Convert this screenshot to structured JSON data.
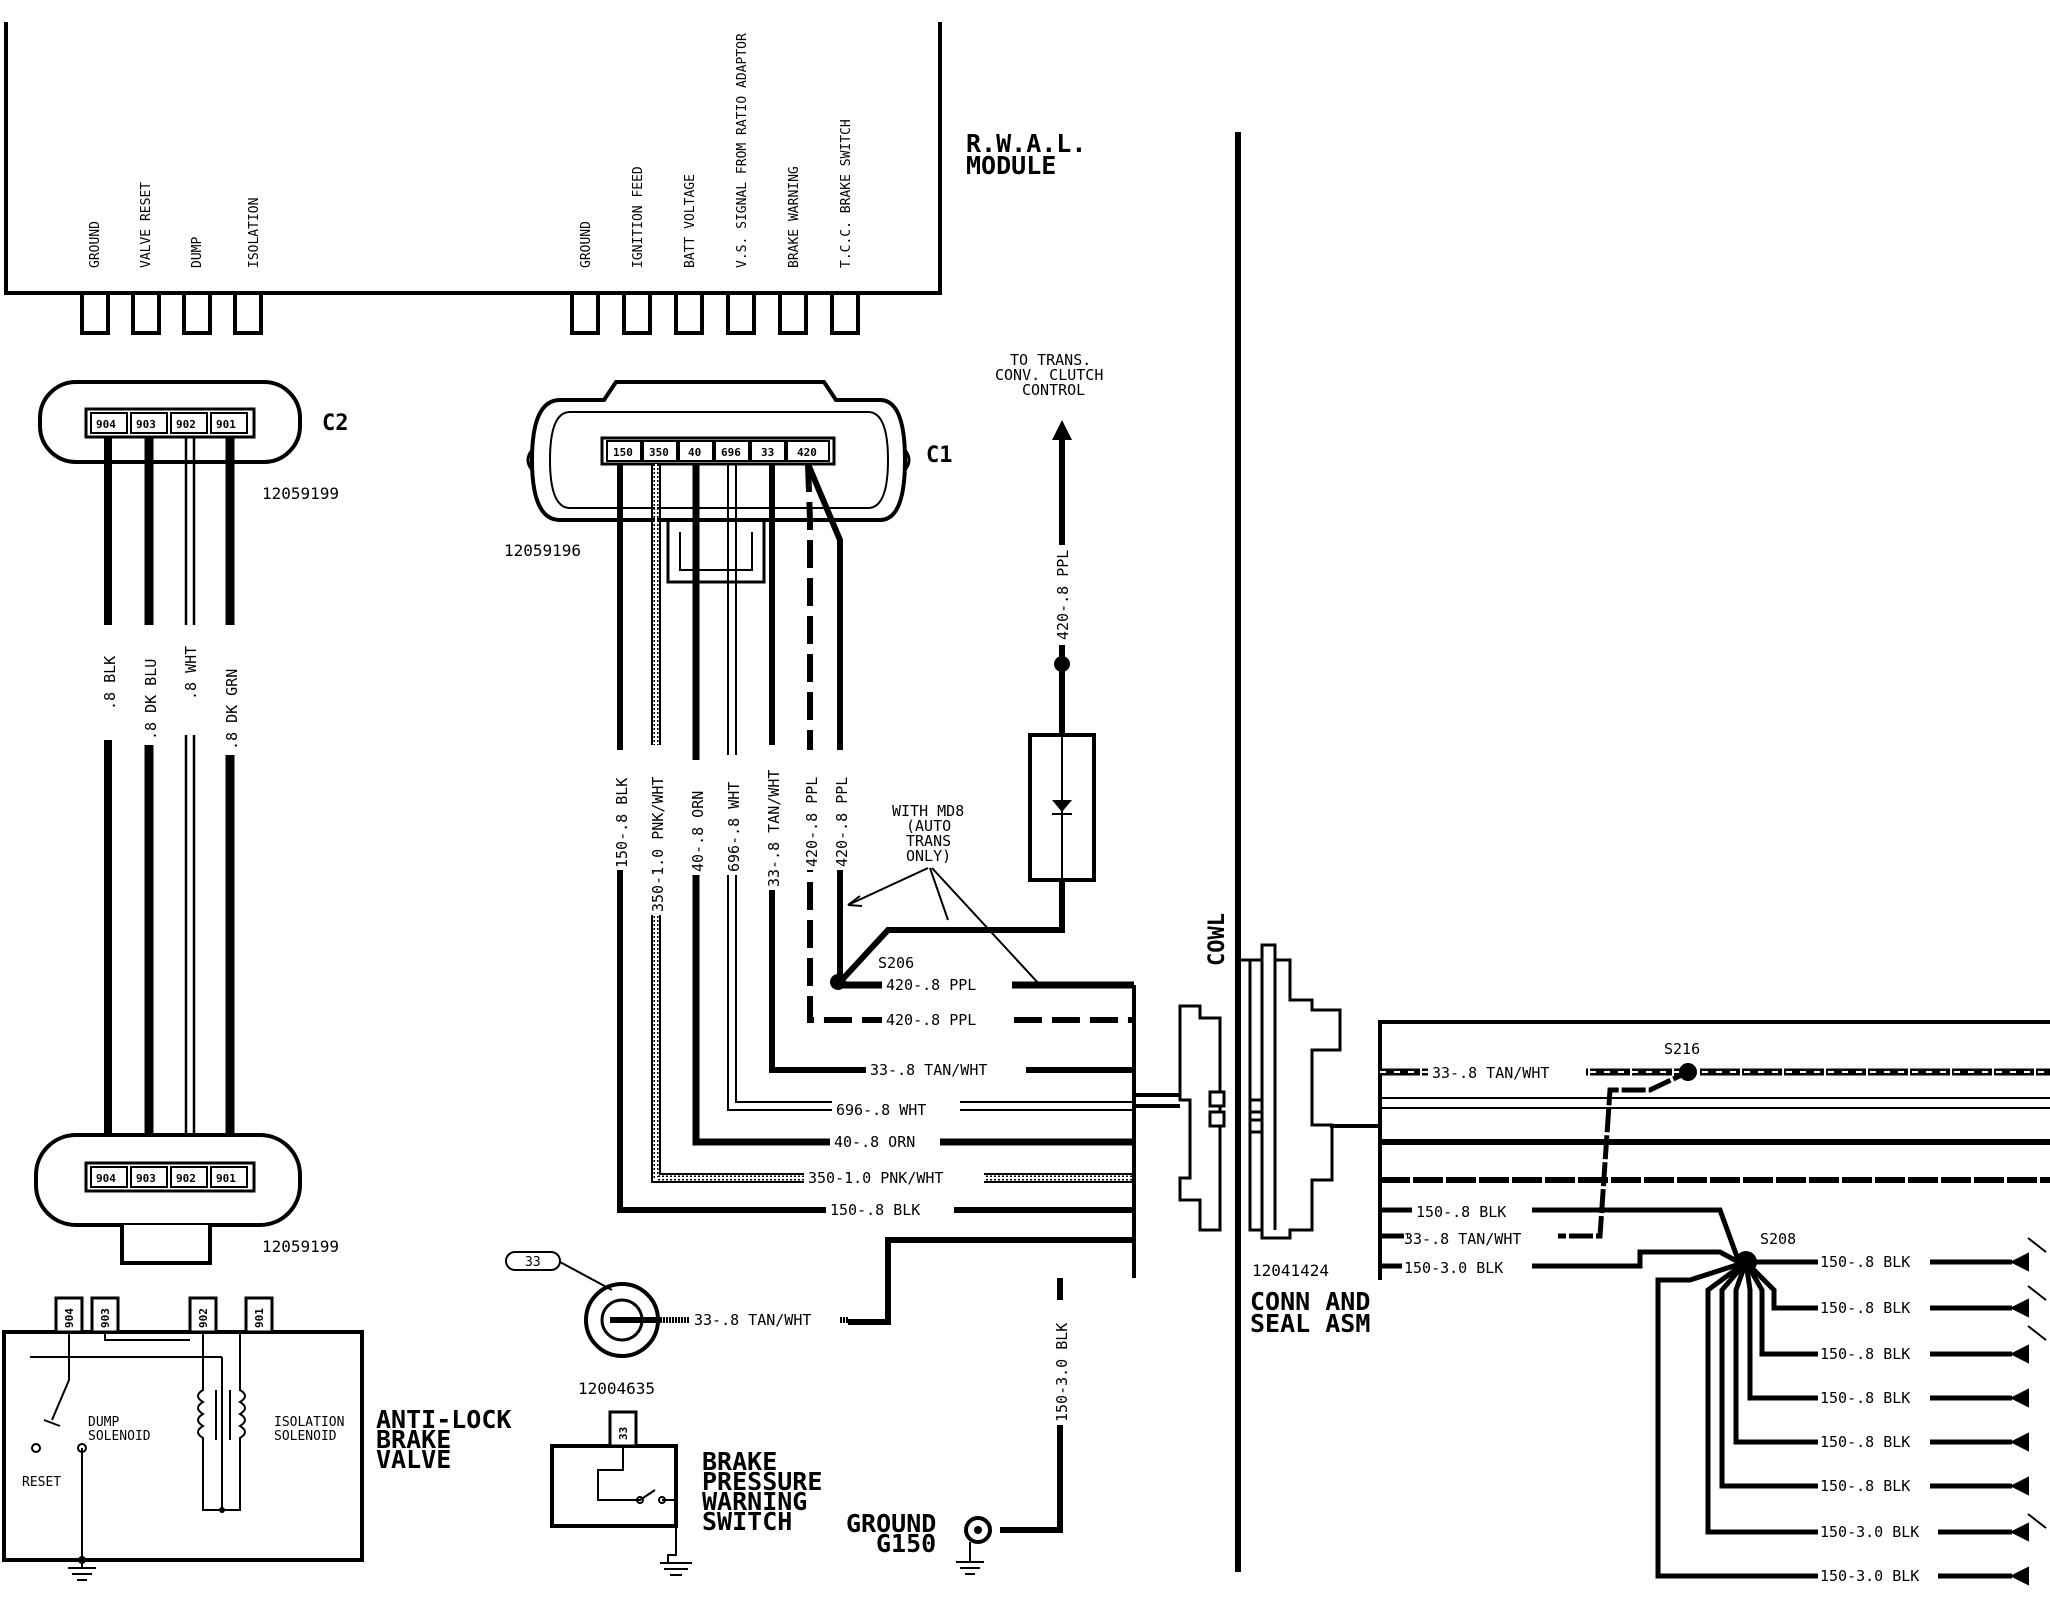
{
  "module": {
    "title_line1": "R.W.A.L.",
    "title_line2": "MODULE",
    "pins_left": [
      "GROUND",
      "VALVE RESET",
      "DUMP",
      "ISOLATION"
    ],
    "pins_right": [
      "GROUND",
      "IGNITION FEED",
      "BATT VOLTAGE",
      "V.S. SIGNAL FROM RATIO ADAPTOR",
      "BRAKE WARNING",
      "T.C.C. BRAKE SWITCH"
    ]
  },
  "c2": {
    "label": "C2",
    "part_top": "12059199",
    "part_bottom": "12059199",
    "pins": [
      "904",
      "903",
      "902",
      "901"
    ],
    "wires": [
      ".8 BLK",
      ".8 DK BLU",
      ".8 WHT",
      ".8 DK GRN"
    ]
  },
  "c1": {
    "label": "C1",
    "part": "12059196",
    "pins": [
      "150",
      "350",
      "40",
      "696",
      "33",
      "420"
    ],
    "wires": [
      "150-.8 BLK",
      "350-1.0 PNK/WHT",
      "40-.8 ORN",
      "696-.8 WHT",
      "33-.8 TAN/WHT",
      "420-.8 PPL",
      "420-.8 PPL"
    ]
  },
  "trans": {
    "label_line1": "TO TRANS.",
    "label_line2": "CONV. CLUTCH",
    "label_line3": "CONTROL",
    "wire": "420-.8 PPL"
  },
  "md8": {
    "line1": "WITH MD8",
    "line2": "(AUTO",
    "line3": "TRANS",
    "line4": "ONLY)"
  },
  "splices": {
    "s206": "S206",
    "s216": "S216",
    "s208": "S208"
  },
  "horizontal_wires": [
    "420-.8 PPL",
    "420-.8 PPL",
    "33-.8 TAN/WHT",
    "696-.8 WHT",
    "40-.8 ORN",
    "350-1.0 PNK/WHT",
    "150-.8 BLK"
  ],
  "switch_wire": "33-.8 TAN/WHT",
  "ground_wire": "150-3.0 BLK",
  "cowl": "COWL",
  "conn_seal": {
    "part": "12041424",
    "line1": "CONN AND",
    "line2": "SEAL ASM"
  },
  "right_wires": {
    "w1": "33-.8 TAN/WHT",
    "w2": "150-.8 BLK",
    "w3": "33-.8 TAN/WHT",
    "w4": "150-3.0 BLK"
  },
  "s208_branches": [
    "150-.8 BLK",
    "150-.8 BLK",
    "150-.8 BLK",
    "150-.8 BLK",
    "150-.8 BLK",
    "150-.8 BLK",
    "150-3.0 BLK",
    "150-3.0 BLK"
  ],
  "sensor": {
    "tag": "33",
    "part": "12004635"
  },
  "brake_switch": {
    "pin": "33",
    "line1": "BRAKE",
    "line2": "PRESSURE",
    "line3": "WARNING",
    "line4": "SWITCH"
  },
  "ground": {
    "line1": "GROUND",
    "line2": "G150"
  },
  "valve": {
    "pins": [
      "904",
      "903",
      "902",
      "901"
    ],
    "dump_line1": "DUMP",
    "dump_line2": "SOLENOID",
    "iso_line1": "ISOLATION",
    "iso_line2": "SOLENOID",
    "reset": "RESET",
    "title_line1": "ANTI-LOCK",
    "title_line2": "BRAKE",
    "title_line3": "VALVE"
  }
}
